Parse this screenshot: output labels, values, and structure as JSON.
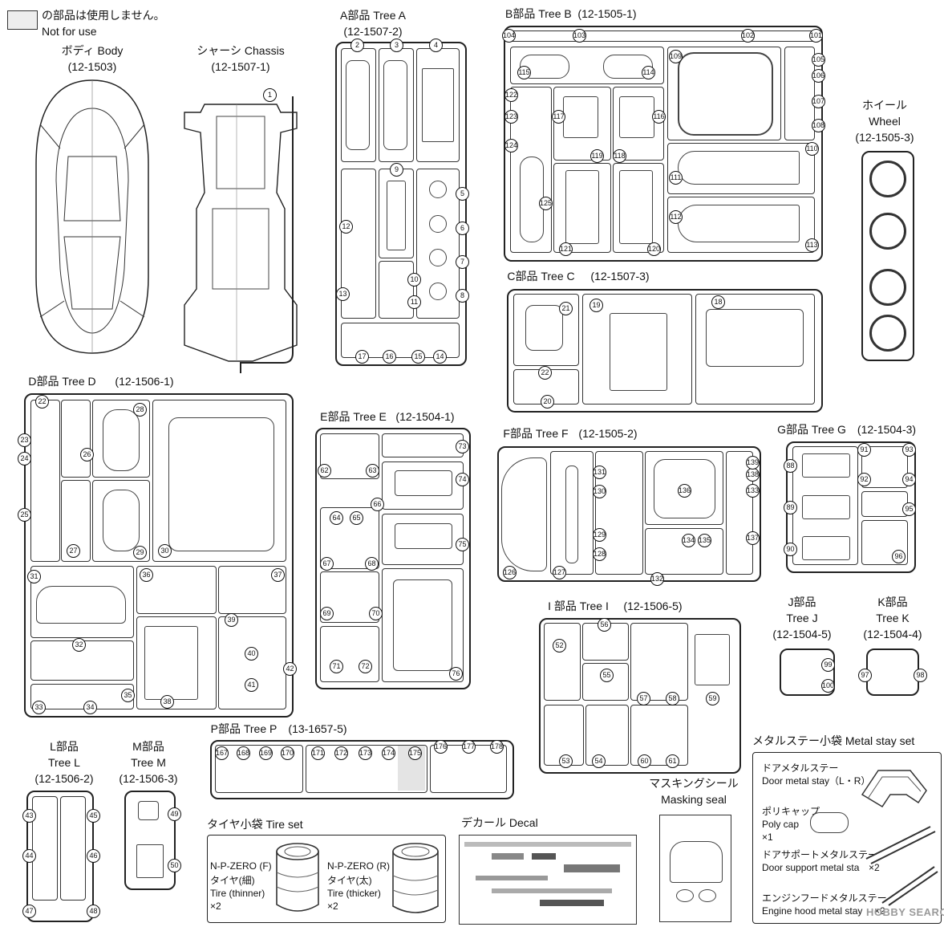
{
  "legend": {
    "jp": "の部品は使用しません。",
    "en": "Not for use"
  },
  "body": {
    "jp": "ボディ Body",
    "code": "(12-1503)"
  },
  "chassis": {
    "jp": "シャーシ Chassis",
    "code": "(12-1507-1)",
    "parts": [
      "1"
    ]
  },
  "tree_a": {
    "title": "A部品 Tree A",
    "code": "(12-1507-2)",
    "parts": [
      "2",
      "3",
      "4",
      "5",
      "6",
      "7",
      "8",
      "9",
      "10",
      "11",
      "12",
      "13",
      "14",
      "15",
      "16",
      "17"
    ]
  },
  "tree_b": {
    "title": "B部品 Tree B",
    "code": "(12-1505-1)",
    "parts": [
      "101",
      "102",
      "103",
      "104",
      "105",
      "106",
      "107",
      "108",
      "109",
      "110",
      "111",
      "112",
      "113",
      "114",
      "115",
      "116",
      "117",
      "118",
      "119",
      "120",
      "121",
      "122",
      "123",
      "124",
      "125"
    ]
  },
  "wheel": {
    "jp": "ホイール",
    "en": "Wheel",
    "code": "(12-1505-3)"
  },
  "tree_c": {
    "title": "C部品 Tree C",
    "code": "(12-1507-3)",
    "parts": [
      "18",
      "19",
      "20",
      "21",
      "22"
    ]
  },
  "tree_d": {
    "title": "D部品 Tree D",
    "code": "(12-1506-1)",
    "parts": [
      "22",
      "23",
      "24",
      "25",
      "26",
      "27",
      "28",
      "29",
      "30",
      "31",
      "32",
      "33",
      "34",
      "35",
      "36",
      "37",
      "38",
      "39",
      "40",
      "41",
      "42"
    ]
  },
  "tree_e": {
    "title": "E部品 Tree E",
    "code": "(12-1504-1)",
    "parts": [
      "62",
      "63",
      "64",
      "65",
      "66",
      "67",
      "68",
      "69",
      "70",
      "71",
      "72",
      "73",
      "74",
      "75",
      "76"
    ]
  },
  "tree_f": {
    "title": "F部品 Tree F",
    "code": "(12-1505-2)",
    "parts": [
      "126",
      "127",
      "128",
      "129",
      "130",
      "131",
      "132",
      "133",
      "134",
      "135",
      "136",
      "137",
      "138",
      "139"
    ]
  },
  "tree_g": {
    "title": "G部品 Tree G",
    "code": "(12-1504-3)",
    "parts": [
      "88",
      "89",
      "90",
      "91",
      "92",
      "93",
      "94",
      "95",
      "96"
    ]
  },
  "tree_i": {
    "title": "I 部品 Tree I",
    "code": "(12-1506-5)",
    "parts": [
      "52",
      "53",
      "54",
      "55",
      "56",
      "57",
      "58",
      "59",
      "60",
      "61"
    ]
  },
  "tree_j": {
    "jp": "J部品",
    "en": "Tree J",
    "code": "(12-1504-5)",
    "parts": [
      "99",
      "100"
    ]
  },
  "tree_k": {
    "jp": "K部品",
    "en": "Tree K",
    "code": "(12-1504-4)",
    "parts": [
      "97",
      "98"
    ]
  },
  "tree_l": {
    "jp": "L部品",
    "en": "Tree L",
    "code": "(12-1506-2)",
    "parts": [
      "43",
      "44",
      "45",
      "46",
      "47",
      "48"
    ]
  },
  "tree_m": {
    "jp": "M部品",
    "en": "Tree M",
    "code": "(12-1506-3)",
    "parts": [
      "49",
      "50"
    ]
  },
  "tree_p": {
    "title": "P部品 Tree P",
    "code": "(13-1657-5)",
    "parts": [
      "167",
      "168",
      "169",
      "170",
      "171",
      "172",
      "173",
      "174",
      "175",
      "176",
      "177",
      "178"
    ]
  },
  "tire_set": {
    "title": "タイヤ小袋 Tire set",
    "front": {
      "name": "N-P-ZERO (F)",
      "jp": "タイヤ(細)",
      "en": "Tire (thinner)",
      "qty": "×2"
    },
    "rear": {
      "name": "N-P-ZERO (R)",
      "jp": "タイヤ(太)",
      "en": "Tire (thicker)",
      "qty": "×2"
    }
  },
  "decal": {
    "title": "デカール Decal"
  },
  "masking": {
    "jp": "マスキングシール",
    "en": "Masking seal"
  },
  "metal": {
    "title": "メタルステー小袋 Metal stay set",
    "items": [
      {
        "jp": "ドアメタルステー",
        "en": "Door metal stay（L・R）"
      },
      {
        "jp": "ポリキャップ",
        "en": "Poly cap",
        "qty": "×1"
      },
      {
        "jp": "ドアサポートメタルステー",
        "en": "Door support metal sta",
        "qty": "×2"
      },
      {
        "jp": "エンジンフードメタルステー",
        "en": "Engine hood metal stay",
        "qty": "×2"
      }
    ]
  },
  "watermark": "HOBBY SEARCH"
}
